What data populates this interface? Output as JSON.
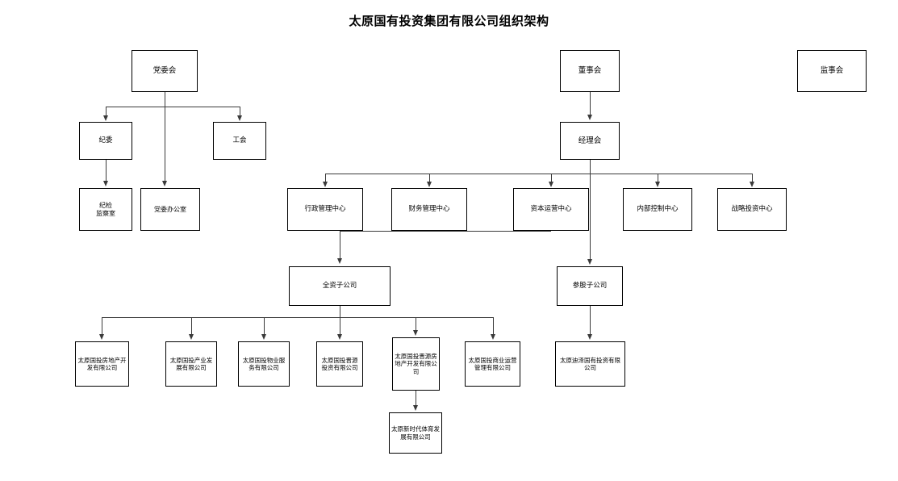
{
  "title": "太原国有投资集团有限公司组织架构",
  "nodes": {
    "party_committee": "党委会",
    "board_of_directors": "董事会",
    "board_of_supervisors": "监事会",
    "discipline_committee": "纪委",
    "labor_union": "工会",
    "management_board": "经理会",
    "discipline_inspection_office": "纪检\n监察室",
    "party_committee_office": "党委办公室",
    "admin_center": "行政管理中心",
    "finance_center": "财务管理中心",
    "capital_operation_center": "资本运营中心",
    "internal_control_center": "内部控制中心",
    "strategic_investment_center": "战略投资中心",
    "wholly_owned_subsidiaries": "全资子公司",
    "equity_subsidiaries": "参股子公司",
    "sub_real_estate": "太原国投房地产开发有限公司",
    "sub_industry_dev": "太原国投产业发展有限公司",
    "sub_property_service": "太原国投物业服务有限公司",
    "sub_jinyuan_investment": "太原国投晋源投资有限公司",
    "sub_jinyuan_real_estate": "太原国投晋源房地产开发有限公司",
    "sub_commercial_operation": "太原国投商业运营管理有限公司",
    "sub_dize": "太原迪泽国有投资有限公司",
    "sub_new_era_sports": "太原新时代体育发展有限公司"
  },
  "colors": {
    "line": "#3a3a3a",
    "border": "#000000",
    "text": "#000000",
    "background": "#ffffff"
  }
}
